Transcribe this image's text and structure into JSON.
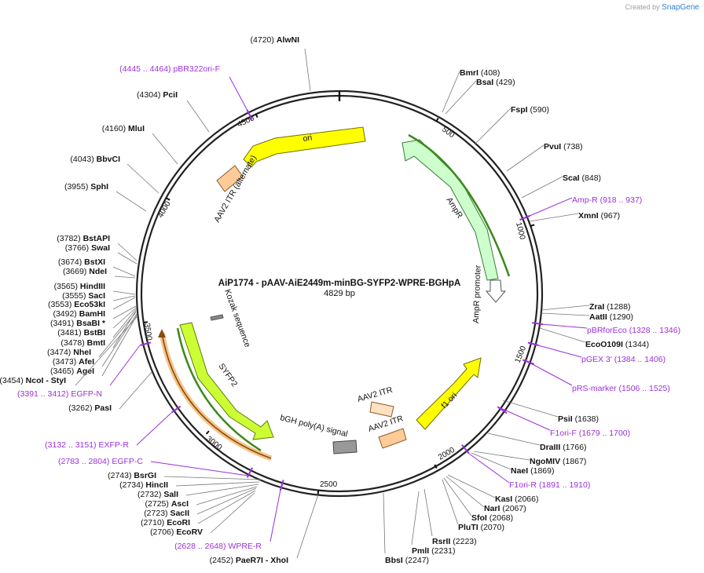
{
  "credit": {
    "prefix": "Created by",
    "brand": "SnapGene"
  },
  "plasmid": {
    "name": "AiP1774 - pAAV-AiE2449m-minBG-SYFP2-WPRE-BGHpA",
    "length_label": "4829 bp",
    "length": 4829
  },
  "ticks": [
    {
      "pos": 500,
      "label": "500"
    },
    {
      "pos": 1000,
      "label": "1000"
    },
    {
      "pos": 1500,
      "label": "1500"
    },
    {
      "pos": 2000,
      "label": "2000"
    },
    {
      "pos": 2500,
      "label": "2500"
    },
    {
      "pos": 3000,
      "label": "3000"
    },
    {
      "pos": 3500,
      "label": "3500"
    },
    {
      "pos": 4000,
      "label": "4000"
    },
    {
      "pos": 4500,
      "label": "4500"
    }
  ],
  "features": [
    {
      "name": "ori",
      "label": "ori",
      "color": "#ffff00",
      "stroke": "#6e6e00"
    },
    {
      "name": "AmpR",
      "label": "AmpR",
      "color": "#ccffcc",
      "stroke": "#3d7a3d"
    },
    {
      "name": "AmpR promoter",
      "label": "AmpR promoter",
      "color": "#ffffff",
      "stroke": "#555555"
    },
    {
      "name": "AAV2 ITR (alternate)",
      "label": "AAV2 ITR (alternate)",
      "color": "#ffcc99",
      "stroke": "#8a5a2a"
    },
    {
      "name": "Kozak sequence",
      "label": "Kozak sequence",
      "color": "#888888",
      "stroke": "#555555"
    },
    {
      "name": "SYFP2",
      "label": "SYFP2",
      "color": "#ccff33",
      "stroke": "#5e7a10"
    },
    {
      "name": "bGH poly(A) signal",
      "label": "bGH poly(A) signal",
      "color": "#999999",
      "stroke": "#444444"
    },
    {
      "name": "AAV2 ITR 1",
      "label": "AAV2 ITR",
      "color": "#ffe0c0",
      "stroke": "#8a5a2a"
    },
    {
      "name": "AAV2 ITR 2",
      "label": "AAV2 ITR",
      "color": "#ffcc99",
      "stroke": "#8a5a2a"
    },
    {
      "name": "f1 ori",
      "label": "f1 ori",
      "color": "#ffff00",
      "stroke": "#6e6e00"
    }
  ],
  "sites": [
    {
      "name": "AlwNI",
      "pos": "(4720)",
      "kind": "enzyme"
    },
    {
      "name": "pBR322ori-F",
      "pos": "(4445 .. 4464)",
      "kind": "primer"
    },
    {
      "name": "PciI",
      "pos": "(4304)",
      "kind": "enzyme"
    },
    {
      "name": "MluI",
      "pos": "(4160)",
      "kind": "enzyme"
    },
    {
      "name": "BbvCI",
      "pos": "(4043)",
      "kind": "enzyme"
    },
    {
      "name": "SphI",
      "pos": "(3955)",
      "kind": "enzyme"
    },
    {
      "name": "BstAPI",
      "pos": "(3782)",
      "kind": "enzyme"
    },
    {
      "name": "SwaI",
      "pos": "(3766)",
      "kind": "enzyme"
    },
    {
      "name": "BstXI",
      "pos": "(3674)",
      "kind": "enzyme"
    },
    {
      "name": "NdeI",
      "pos": "(3669)",
      "kind": "enzyme"
    },
    {
      "name": "HindIII",
      "pos": "(3565)",
      "kind": "enzyme"
    },
    {
      "name": "SacI",
      "pos": "(3555)",
      "kind": "enzyme"
    },
    {
      "name": "Eco53kI",
      "pos": "(3553)",
      "kind": "enzyme"
    },
    {
      "name": "BamHI",
      "pos": "(3492)",
      "kind": "enzyme"
    },
    {
      "name": "BsaBI *",
      "pos": "(3491)",
      "kind": "enzyme"
    },
    {
      "name": "BstBI",
      "pos": "(3481)",
      "kind": "enzyme"
    },
    {
      "name": "BmtI",
      "pos": "(3478)",
      "kind": "enzyme"
    },
    {
      "name": "NheI",
      "pos": "(3474)",
      "kind": "enzyme"
    },
    {
      "name": "AfeI",
      "pos": "(3473)",
      "kind": "enzyme"
    },
    {
      "name": "AgeI",
      "pos": "(3465)",
      "kind": "enzyme"
    },
    {
      "name": "NcoI",
      "pos": "(3454)",
      "kind": "enzyme",
      "extra": "- StyI"
    },
    {
      "name": "EGFP-N",
      "pos": "(3391 .. 3412)",
      "kind": "primer"
    },
    {
      "name": "PasI",
      "pos": "(3262)",
      "kind": "enzyme"
    },
    {
      "name": "EXFP-R",
      "pos": "(3132 .. 3151)",
      "kind": "primer"
    },
    {
      "name": "EGFP-C",
      "pos": "(2783 .. 2804)",
      "kind": "primer"
    },
    {
      "name": "BsrGI",
      "pos": "(2743)",
      "kind": "enzyme"
    },
    {
      "name": "HincII",
      "pos": "(2734)",
      "kind": "enzyme"
    },
    {
      "name": "SalI",
      "pos": "(2732)",
      "kind": "enzyme"
    },
    {
      "name": "AscI",
      "pos": "(2725)",
      "kind": "enzyme"
    },
    {
      "name": "SacII",
      "pos": "(2723)",
      "kind": "enzyme"
    },
    {
      "name": "EcoRI",
      "pos": "(2710)",
      "kind": "enzyme"
    },
    {
      "name": "EcoRV",
      "pos": "(2706)",
      "kind": "enzyme"
    },
    {
      "name": "WPRE-R",
      "pos": "(2628 .. 2648)",
      "kind": "primer"
    },
    {
      "name": "PaeR7I",
      "pos": "(2452)",
      "kind": "enzyme",
      "extra": "- XhoI"
    },
    {
      "name": "BbsI",
      "pos": "(2247)",
      "kind": "enzyme"
    },
    {
      "name": "PmlI",
      "pos": "(2231)",
      "kind": "enzyme"
    },
    {
      "name": "RsrII",
      "pos": "(2223)",
      "kind": "enzyme"
    },
    {
      "name": "PluTI",
      "pos": "(2070)",
      "kind": "enzyme"
    },
    {
      "name": "SfoI",
      "pos": "(2068)",
      "kind": "enzyme"
    },
    {
      "name": "NarI",
      "pos": "(2067)",
      "kind": "enzyme"
    },
    {
      "name": "KasI",
      "pos": "(2066)",
      "kind": "enzyme"
    },
    {
      "name": "F1ori-R",
      "pos": "(1891 .. 1910)",
      "kind": "primer"
    },
    {
      "name": "NaeI",
      "pos": "(1869)",
      "kind": "enzyme"
    },
    {
      "name": "NgoMIV",
      "pos": "(1867)",
      "kind": "enzyme"
    },
    {
      "name": "DraIII",
      "pos": "(1766)",
      "kind": "enzyme"
    },
    {
      "name": "F1ori-F",
      "pos": "(1679 .. 1700)",
      "kind": "primer"
    },
    {
      "name": "PsiI",
      "pos": "(1638)",
      "kind": "enzyme"
    },
    {
      "name": "pRS-marker",
      "pos": "(1506 .. 1525)",
      "kind": "primer"
    },
    {
      "name": "pGEX 3'",
      "pos": "(1384 .. 1406)",
      "kind": "primer"
    },
    {
      "name": "EcoO109I",
      "pos": "(1344)",
      "kind": "enzyme"
    },
    {
      "name": "pBRforEco",
      "pos": "(1328 .. 1346)",
      "kind": "primer"
    },
    {
      "name": "AatII",
      "pos": "(1290)",
      "kind": "enzyme"
    },
    {
      "name": "ZraI",
      "pos": "(1288)",
      "kind": "enzyme"
    },
    {
      "name": "XmnI",
      "pos": "(967)",
      "kind": "enzyme"
    },
    {
      "name": "Amp-R",
      "pos": "(918 .. 937)",
      "kind": "primer"
    },
    {
      "name": "ScaI",
      "pos": "(848)",
      "kind": "enzyme"
    },
    {
      "name": "PvuI",
      "pos": "(738)",
      "kind": "enzyme"
    },
    {
      "name": "FspI",
      "pos": "(590)",
      "kind": "enzyme"
    },
    {
      "name": "BsaI",
      "pos": "(429)",
      "kind": "enzyme"
    },
    {
      "name": "BmrI",
      "pos": "(408)",
      "kind": "enzyme"
    }
  ],
  "colors": {
    "backbone": "#222222",
    "primer": "#9b30d9",
    "leader": "#777777"
  }
}
